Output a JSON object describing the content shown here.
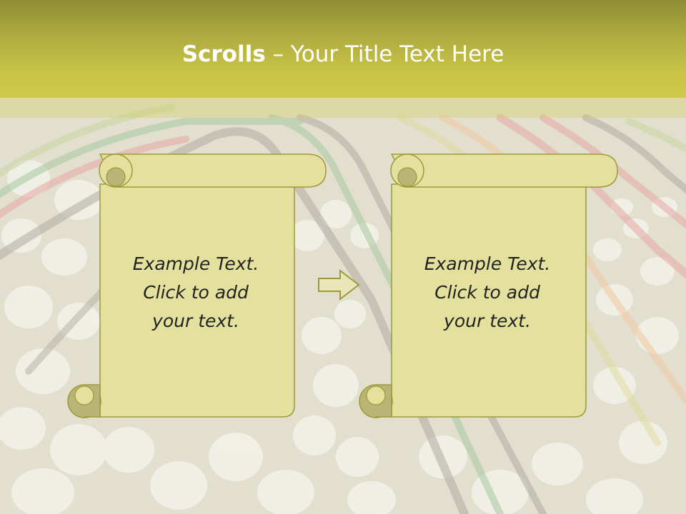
{
  "title": {
    "bold": "Scrolls",
    "dash": " – ",
    "rest": "Your Title Text Here"
  },
  "scrolls": [
    {
      "lines": [
        "Example Text.",
        "Click  to add",
        "your text."
      ]
    },
    {
      "lines": [
        "Example Text.",
        "Click  to add",
        "your text."
      ]
    }
  ],
  "colors": {
    "title_bar": "#c9c447",
    "scroll_fill": "#e4e19f",
    "scroll_curl": "#b8b576",
    "scroll_stroke": "#9e9a37",
    "background": "#e2dfcf"
  },
  "icons": {
    "arrow": "right-arrow-icon"
  }
}
